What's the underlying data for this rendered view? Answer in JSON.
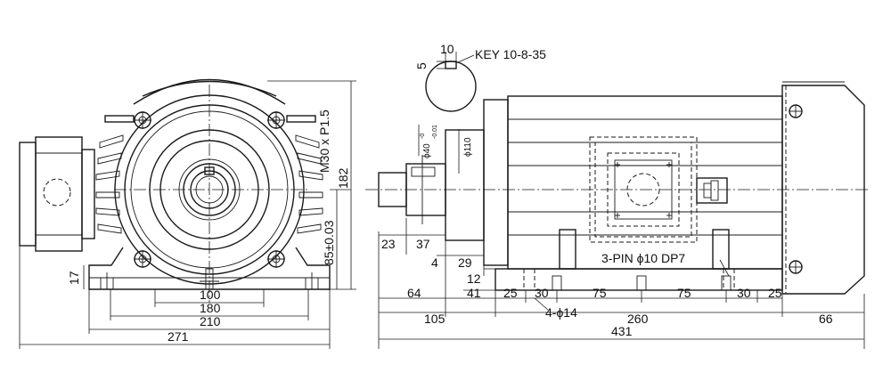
{
  "front_view": {
    "dims": {
      "bolt_spacing": "100",
      "width_180": "180",
      "width_210": "210",
      "overall_271": "271",
      "foot_thickness": "17",
      "shaft_height": "85±0.03",
      "height_182": "182"
    }
  },
  "side_view": {
    "key_label": "KEY 10-8-35",
    "key_width": "10",
    "key_depth": "5",
    "thread_label": "M30 x P1.5",
    "shaft_dia_label": "ϕ40",
    "shaft_tol": "-0",
    "shaft_tol2": "-0.01",
    "flange_dia_label": "ϕ110",
    "pin_label": "3-PIN ϕ10 DP7",
    "hole_label": "4-ϕ14",
    "dims": {
      "d23": "23",
      "d37": "37",
      "d4": "4",
      "d29": "29",
      "d12": "12",
      "d64": "64",
      "d41": "41",
      "d25a": "25",
      "d30a": "30",
      "d75a": "75",
      "d75b": "75",
      "d30b": "30",
      "d25b": "25",
      "d105": "105",
      "d260": "260",
      "d66": "66",
      "d431": "431"
    }
  }
}
